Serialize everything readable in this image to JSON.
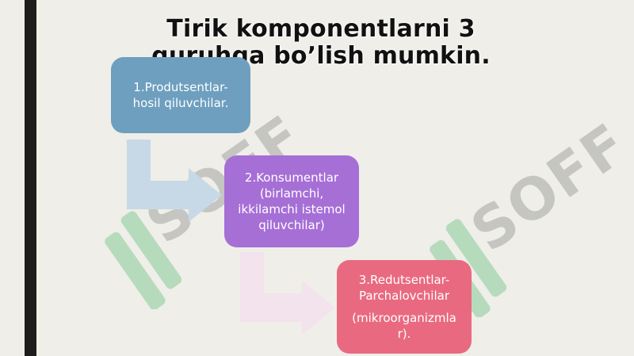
{
  "title": {
    "line1": "Tirik komponentlarni 3",
    "line2": "guruhga bo’lish mumkin."
  },
  "boxes": [
    {
      "lines": [
        "1.Produtsentlar-",
        "hosil qiluvchilar."
      ],
      "color": "#6e9fbf"
    },
    {
      "lines": [
        "2.Konsumentlar",
        "(birlamchi,",
        "ikkilamchi istemol",
        "qiluvchilar)"
      ],
      "color": "#a66fd6"
    },
    {
      "lines": [
        "3.Redutsentlar-",
        "Parchalovchilar",
        "(mikroorganizmla",
        "r)."
      ],
      "color": "#e96a80"
    }
  ],
  "watermark": {
    "text": "SOFF",
    "icon": "soff-logo-icon"
  }
}
